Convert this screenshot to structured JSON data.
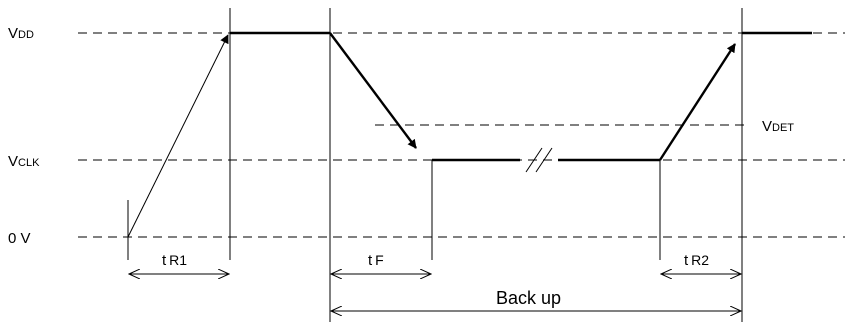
{
  "levels": {
    "vdd": {
      "main": "V",
      "sub": "DD"
    },
    "vclk": {
      "main": "V",
      "sub": "CLK"
    },
    "zero": {
      "label": "0 V"
    },
    "vdet": {
      "main": "V",
      "sub": "DET"
    }
  },
  "timings": {
    "tr1": {
      "main": "t",
      "sub": "R1"
    },
    "tf": {
      "main": "t",
      "sub": "F"
    },
    "tr2": {
      "main": "t",
      "sub": "R2"
    },
    "backup": {
      "label": "Back up"
    }
  },
  "break_mark": "//"
}
